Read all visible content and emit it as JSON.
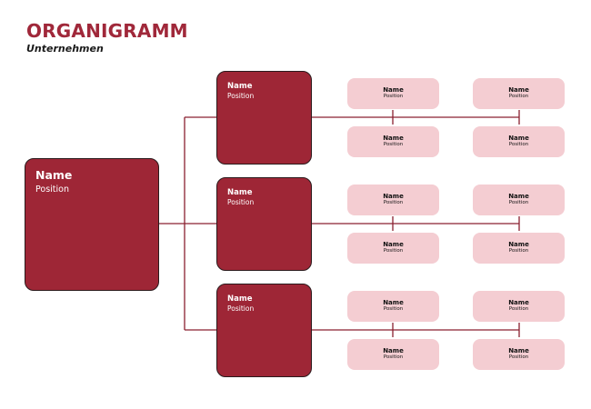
{
  "header": {
    "title": "ORGANIGRAMM",
    "subtitle": "Unternehmen"
  },
  "root": {
    "name": "Name",
    "position": "Position"
  },
  "managers": [
    {
      "name": "Name",
      "position": "Position",
      "employees": [
        {
          "name": "Name",
          "position": "Position"
        },
        {
          "name": "Name",
          "position": "Position"
        },
        {
          "name": "Name",
          "position": "Position"
        },
        {
          "name": "Name",
          "position": "Position"
        }
      ]
    },
    {
      "name": "Name",
      "position": "Position",
      "employees": [
        {
          "name": "Name",
          "position": "Position"
        },
        {
          "name": "Name",
          "position": "Position"
        },
        {
          "name": "Name",
          "position": "Position"
        },
        {
          "name": "Name",
          "position": "Position"
        }
      ]
    },
    {
      "name": "Name",
      "position": "Position",
      "employees": [
        {
          "name": "Name",
          "position": "Position"
        },
        {
          "name": "Name",
          "position": "Position"
        },
        {
          "name": "Name",
          "position": "Position"
        },
        {
          "name": "Name",
          "position": "Position"
        }
      ]
    }
  ],
  "colors": {
    "accent": "#a0283a",
    "box_dark": "#9e2636",
    "box_light": "#f4cdd2",
    "connector": "#8a2030"
  }
}
